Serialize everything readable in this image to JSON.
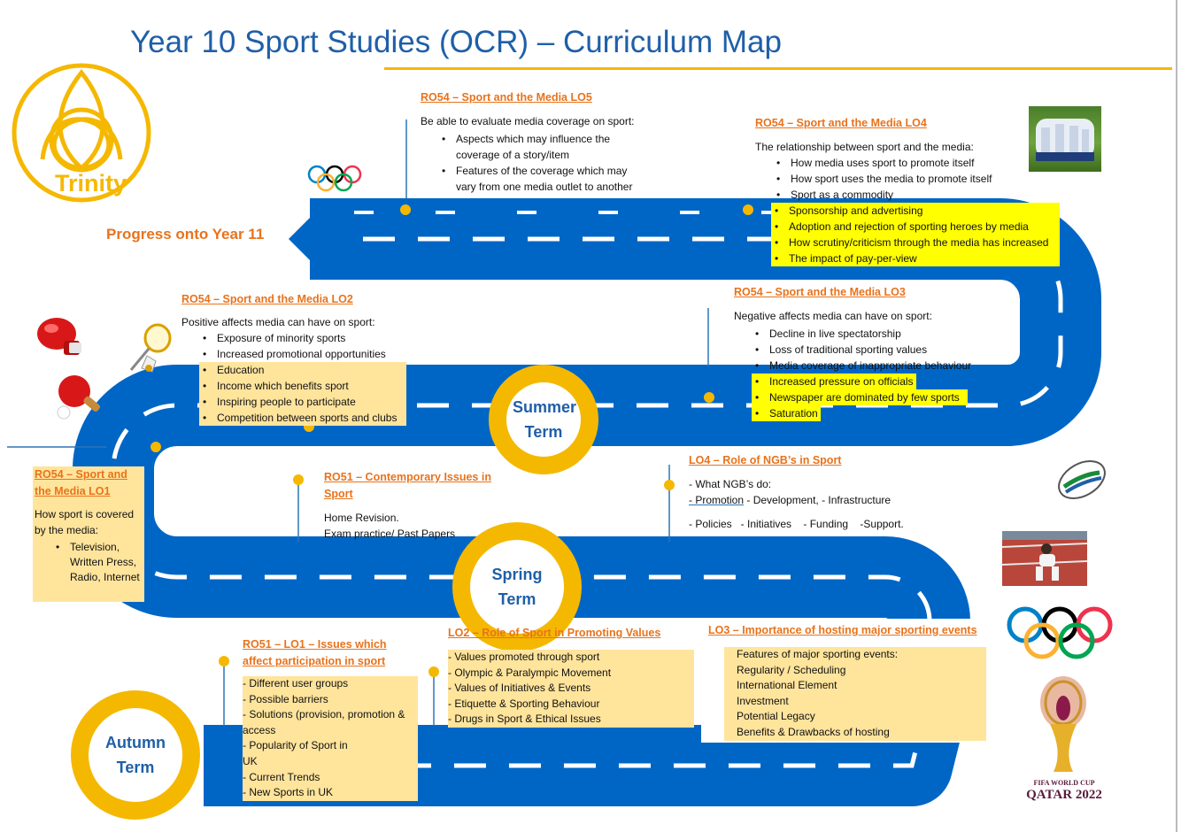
{
  "title": "Year 10 Sport Studies (OCR) – Curriculum Map",
  "logo": {
    "text": "Trinity"
  },
  "progress_label": "Progress onto Year 11",
  "terms": {
    "summer": "Summer Term",
    "spring": "Spring Term",
    "autumn": "Autumn Term"
  },
  "lo5": {
    "heading": "RO54 – Sport and the Media LO5",
    "intro": "Be able to evaluate media coverage on sport:",
    "items": [
      "Aspects which may influence the coverage of a story/item",
      "Features of the coverage which may vary from one media outlet to another"
    ]
  },
  "lo4": {
    "heading": "RO54 – Sport and the Media LO4",
    "intro": "The relationship between sport and the media:",
    "items": [
      "How media uses sport to promote itself",
      "How sport uses the media to promote itself",
      "Sport as a commodity"
    ],
    "highlighted_items": [
      "Sponsorship and advertising",
      "Adoption and rejection of sporting heroes by media",
      "How scrutiny/criticism through the media has increased",
      "The impact of pay-per-view"
    ]
  },
  "lo2": {
    "heading": "RO54 – Sport and the Media LO2",
    "intro": "Positive affects media can have on sport:",
    "items": [
      "Exposure of minority sports",
      "Increased promotional opportunities"
    ],
    "highlighted_items": [
      "Education",
      "Income which benefits sport",
      "Inspiring people to participate",
      "Competition between sports and clubs"
    ]
  },
  "lo3": {
    "heading": "RO54 – Sport and the Media LO3",
    "intro": "Negative affects media can have on sport:",
    "items": [
      "Decline in live spectatorship",
      "Loss of traditional sporting values",
      "Media coverage of inappropriate behaviour"
    ],
    "highlighted_items": [
      "Increased pressure on officials",
      "Newspaper are dominated by few sports",
      "Saturation"
    ]
  },
  "lo1": {
    "heading_line1": "RO54 – Sport and",
    "heading_line2": "the Media LO1",
    "intro": "How sport is covered by the media:",
    "items": [
      "Television, Written Press, Radio, Internet"
    ]
  },
  "ro51_contemporary": {
    "heading": "RO51 – Contemporary Issues in Sport",
    "lines": [
      "Home Revision.",
      "Exam practice/ Past Papers"
    ]
  },
  "ngb": {
    "heading": "LO4 – Role of NGB’s in Sport",
    "line1": "- What NGB’s do:",
    "line2_promo": "- Promotion",
    "line2_rest": " - Development, - Infrastructure",
    "line3": "- Policies   - Initiatives    - Funding    -Support."
  },
  "ro51_lo1": {
    "heading": "RO51 – LO1 – Issues which affect participation in sport",
    "items": [
      "- Different user groups",
      "- Possible barriers",
      "- Solutions (provision, promotion & access",
      "- Popularity of Sport in UK",
      "- Current Trends",
      "- New Sports in UK"
    ]
  },
  "lo2_values": {
    "heading": "LO2 – Role of Sport in Promoting Values",
    "items": [
      "- Values promoted through sport",
      "- Olympic & Paralympic Movement",
      "- Values of Initiatives & Events",
      "- Etiquette & Sporting Behaviour",
      "- Drugs in Sport & Ethical Issues"
    ]
  },
  "lo3_events": {
    "heading": "LO3 – Importance of hosting major sporting events",
    "items": [
      "Features of major sporting events:",
      "Regularity / Scheduling",
      "International Element",
      "Investment",
      "Potential Legacy",
      "Benefits & Drawbacks of hosting"
    ]
  },
  "worldcup": {
    "line1": "FIFA WORLD CUP",
    "line2": "QATAR 2022"
  },
  "colors": {
    "road": "#0066c6",
    "accent": "#f5b800",
    "heading": "#e8731c",
    "title": "#1f5fa8",
    "yellow": "#ffff00",
    "peach": "#ffe49c"
  },
  "icons": [
    "olympic-rings-icon",
    "boxing-glove-icon",
    "badminton-icon",
    "table-tennis-icon",
    "rugby-ball-icon"
  ]
}
